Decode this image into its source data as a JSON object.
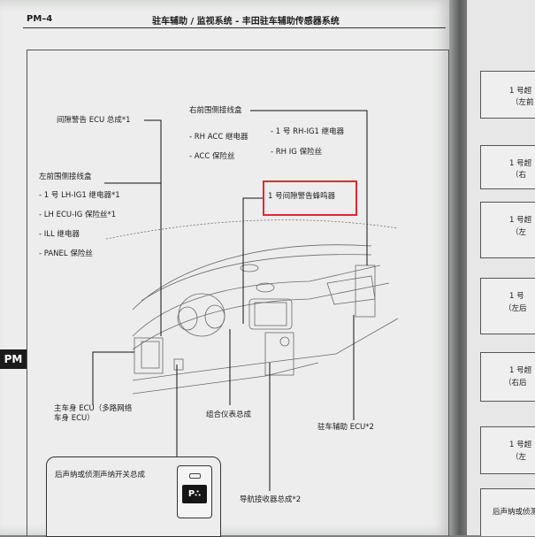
{
  "header": {
    "page_code": "PM–4",
    "title": "驻车辅助 / 监视系统  -  丰田驻车辅助传感器系统"
  },
  "side_tab": "PM",
  "labels": {
    "clearance_warning_ecu": "间隙警告 ECU 总成*1",
    "right_junction_block": "右前围侧接线盒",
    "right_items": [
      "- RH ACC 继电器",
      "- ACC 保险丝"
    ],
    "right_items_2": [
      "- 1 号 RH-IG1 继电器",
      "- RH IG 保险丝"
    ],
    "left_junction_block": "左前围侧接线盒",
    "left_items": [
      "- 1 号 LH-IG1 继电器*1",
      "- LH ECU-IG 保险丝*1",
      "- ILL 继电器",
      "- PANEL 保险丝"
    ],
    "buzzer": "1 号间隙警告蜂鸣器",
    "main_body_ecu_1": "主车身 ECU（多路网络",
    "main_body_ecu_2": "车身 ECU）",
    "combination_meter": "组合仪表总成",
    "parking_assist_ecu": "驻车辅助 ECU*2",
    "navigation_receiver": "导航接收器总成*2",
    "sonar_switch": "后声纳或侦测声纳开关总成",
    "switch_glyph": "P∴"
  },
  "right_page": {
    "boxes": [
      [
        "1 号超",
        "（左前"
      ],
      [
        "1 号超",
        "（右"
      ],
      [
        "1 号超",
        "（左"
      ],
      [
        "1 号",
        "（左后"
      ],
      [
        "1 号超",
        "（右后"
      ],
      [
        "1 号超",
        "（左"
      ],
      [
        "后声纳或侦测"
      ]
    ]
  },
  "colors": {
    "highlight": "#e3282b",
    "page": "#ecedec",
    "ink": "#1c1c1c"
  }
}
